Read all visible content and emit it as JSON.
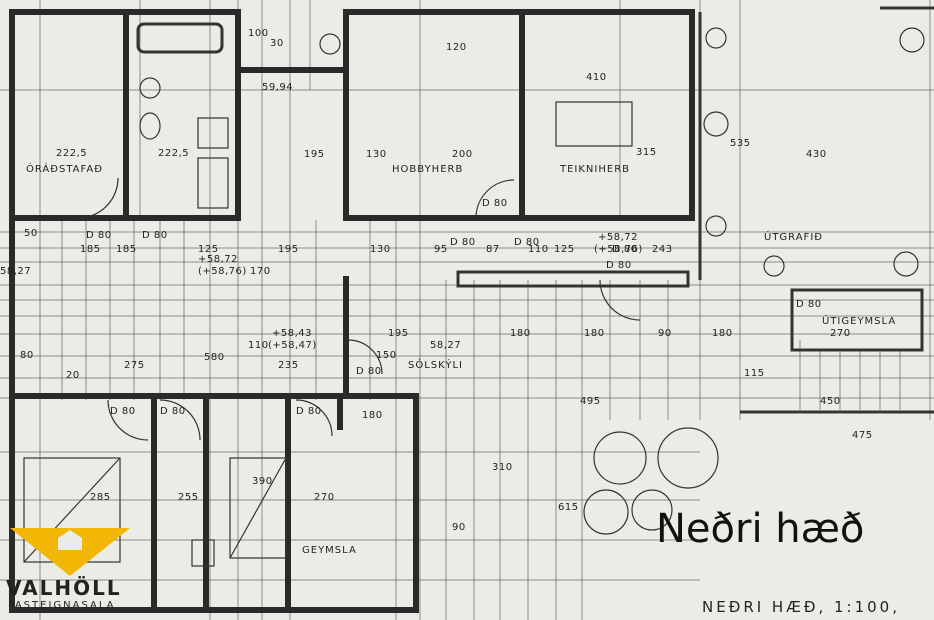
{
  "title": "Neðri hæð",
  "footer_scale": "NEÐRI HÆÐ, 1:100,",
  "brand": {
    "name": "VALHÖLL",
    "tagline": "FASTEIGNASALA",
    "color": "#f2b705"
  },
  "rooms": {
    "oradstafad": "ÓRÁÐSTAFAÐ",
    "hobbyherb": "HOBBYHERB",
    "teikniherb": "TEIKNIHERB",
    "utgrafid": "ÚTGRAFIÐ",
    "utigeymsla": "ÚTIGEYMSLA",
    "solskyli": "SÓLSKÝLI",
    "geymsla": "GEYMSLA"
  },
  "dimensions": {
    "d1": "222,5",
    "d2": "222,5",
    "d3": "59,94",
    "d4": "195",
    "d5": "130",
    "d6": "200",
    "d7": "315",
    "d8": "410",
    "d9": "535",
    "d10": "430",
    "d11": "D 80",
    "d12": "D 80",
    "d13": "D 80",
    "d14": "D 80",
    "d15": "D 80",
    "d16": "D 80",
    "d17": "125",
    "d18": "+58,72",
    "d19": "(+58,76)",
    "d20": "195",
    "d21": "130",
    "d22": "95",
    "d23": "87",
    "d24": "110",
    "d25": "125",
    "d26": "+58,72",
    "d27": "(+58,76)",
    "d28": "243",
    "d29": "270",
    "d30": "+58,43",
    "d31": "(+58,47)",
    "d32": "195",
    "d33": "58,27",
    "d34": "180",
    "d35": "180",
    "d36": "90",
    "d37": "180",
    "d38": "275",
    "d39": "235",
    "d40": "150",
    "d41": "495",
    "d42": "450",
    "d43": "475",
    "d44": "285",
    "d45": "255",
    "d46": "390",
    "d47": "270",
    "d48": "310",
    "d49": "615",
    "d50": "185",
    "d51": "100",
    "d52": "120",
    "d53": "30",
    "d54": "D 80",
    "d55": "D 80",
    "d56": "D 80",
    "d57": "D 80",
    "d58": "D 80",
    "d59": "180",
    "d60": "58,27",
    "d61": "80",
    "d62": "50",
    "d63": "185",
    "d64": "170",
    "d65": "580",
    "d66": "110",
    "d67": "20",
    "d68": "115",
    "d69": "D 80",
    "d70": "90"
  }
}
